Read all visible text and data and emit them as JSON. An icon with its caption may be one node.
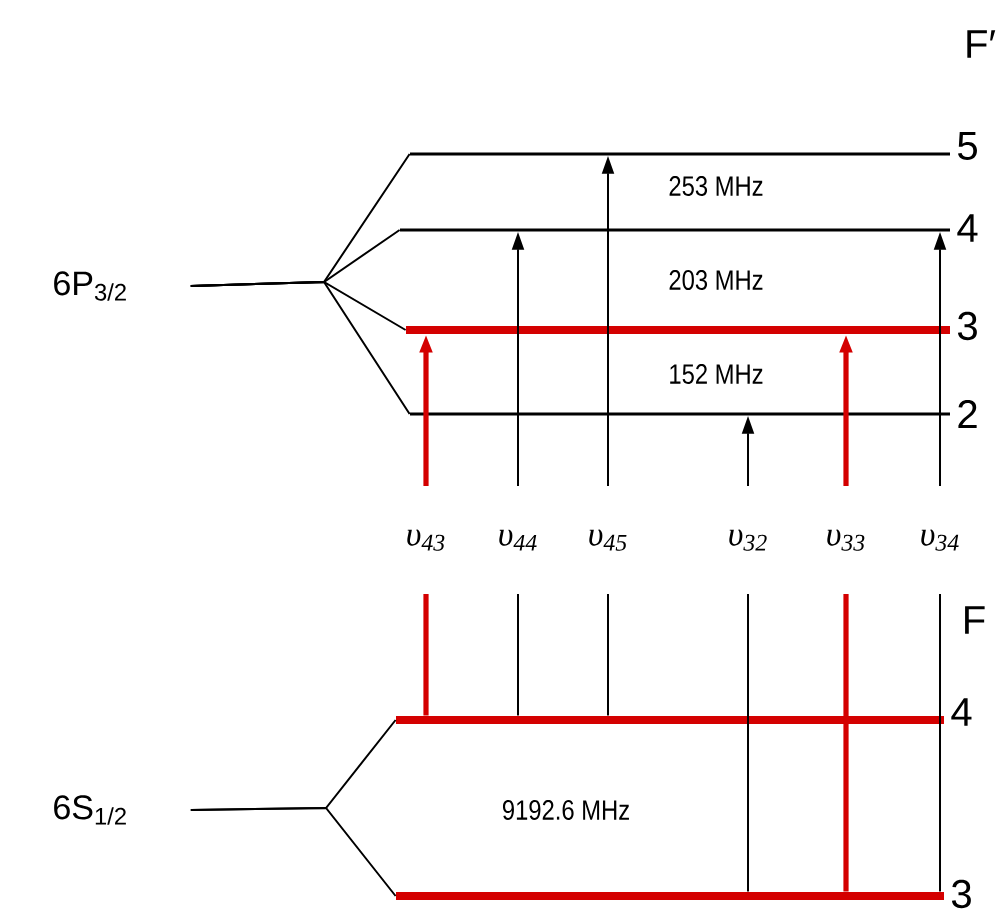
{
  "diagram": {
    "nodes": [
      {
        "text": [
          "6P$_{3/2}$"
        ]
      },
      {
        "text": [],
        "shape": "bar",
        "beside": [
          "5"
        ]
      },
      {
        "text": [],
        "shape": "bar",
        "beside": [
          "4"
        ]
      },
      {
        "text": [],
        "shape": "bar",
        "beside": [
          "3"
        ]
      },
      {
        "text": [],
        "shape": "bar",
        "beside": [
          "2"
        ]
      },
      {
        "text": [
          "6S$_{1/2}$"
        ]
      },
      {
        "text": [],
        "shape": "bar",
        "beside": [
          "4"
        ]
      },
      {
        "text": [],
        "shape": "bar",
        "beside": [
          "3"
        ]
      }
    ],
    "edges": [
      {
        "from": 0,
        "to": 1,
        "arrow": "none"
      },
      {
        "from": 0,
        "to": 2,
        "arrow": "none"
      },
      {
        "from": 0,
        "to": 3,
        "arrow": "none"
      },
      {
        "from": 0,
        "to": 4,
        "arrow": "none"
      },
      {
        "from": 5,
        "to": 6,
        "arrow": "none"
      },
      {
        "from": 5,
        "to": 7,
        "arrow": "none"
      },
      {
        "from": 6,
        "to": 3,
        "arrow": "to",
        "label": "υ$_{43}$",
        "style": "thick",
        "color": "#d40000"
      },
      {
        "from": 6,
        "to": 2,
        "arrow": "to",
        "label": "υ$_{44}$"
      },
      {
        "from": 6,
        "to": 1,
        "arrow": "to",
        "label": "υ$_{45}$"
      },
      {
        "from": 7,
        "to": 4,
        "arrow": "to",
        "label": "υ$_{32}$"
      },
      {
        "from": 7,
        "to": 3,
        "arrow": "to",
        "label": "υ$_{33}$",
        "style": "thick",
        "color": "#d40000"
      },
      {
        "from": 7,
        "to": 2,
        "arrow": "to",
        "label": "υ$_{34}$"
      }
    ],
    "labels": [
      "F′",
      "253 MHz",
      "203 MHz",
      "152 MHz",
      "F",
      "9192.6 MHz"
    ]
  }
}
